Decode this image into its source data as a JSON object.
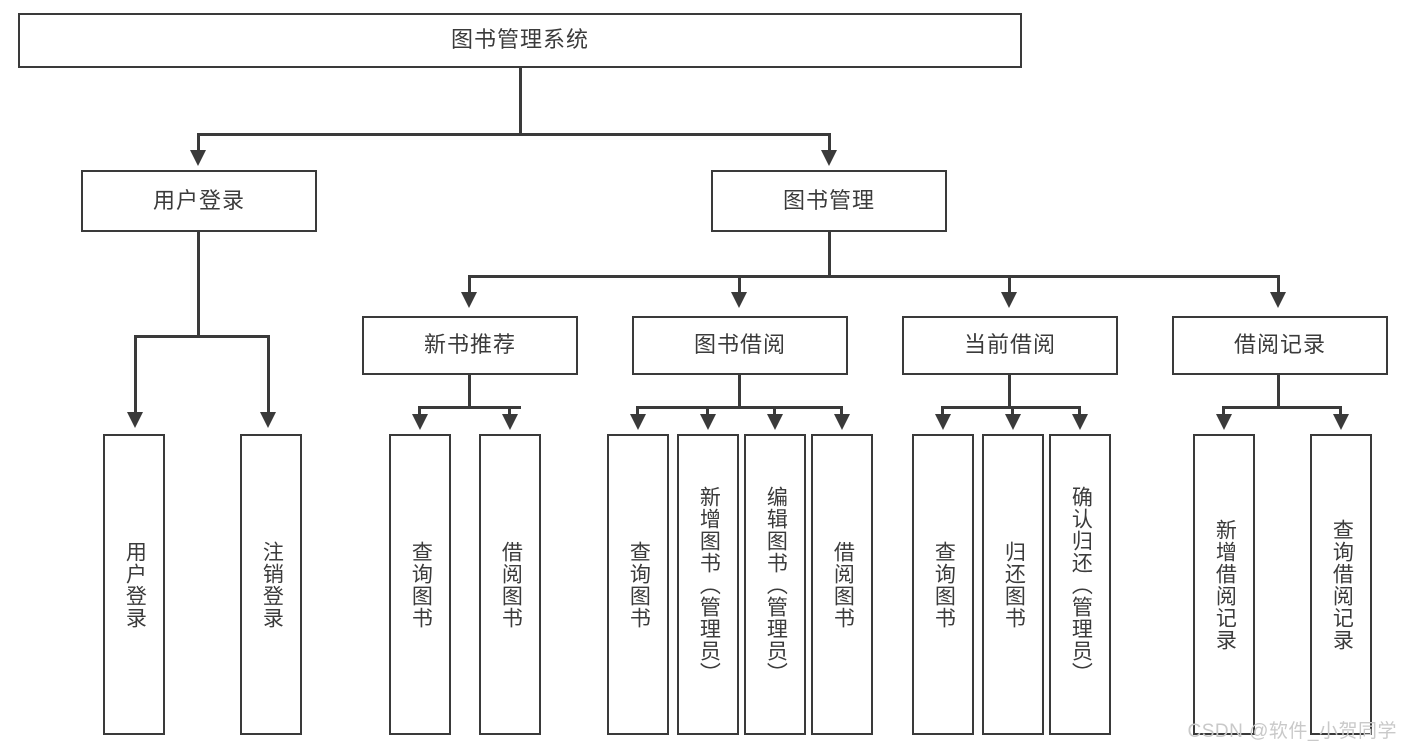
{
  "diagram": {
    "title": "图书管理系统",
    "type": "hierarchy-tree",
    "colors": {
      "line": "#3a3a3a",
      "box_border": "#3a3a3a",
      "box_fill": "#ffffff",
      "text": "#3b3b3b",
      "watermark": "#c9c9c9"
    },
    "root": {
      "label": "图书管理系统"
    },
    "level2": [
      {
        "label": "用户登录"
      },
      {
        "label": "图书管理"
      }
    ],
    "level3": [
      {
        "label": "新书推荐"
      },
      {
        "label": "图书借阅"
      },
      {
        "label": "当前借阅"
      },
      {
        "label": "借阅记录"
      }
    ],
    "leaves": {
      "user_login": [
        {
          "label": "用户登录"
        },
        {
          "label": "注销登录"
        }
      ],
      "new_book_recommend": [
        {
          "label": "查询图书"
        },
        {
          "label": "借阅图书"
        }
      ],
      "book_borrow": [
        {
          "label": "查询图书"
        },
        {
          "label": "新增图书（管理员）"
        },
        {
          "label": "编辑图书（管理员）"
        },
        {
          "label": "借阅图书"
        }
      ],
      "current_borrow": [
        {
          "label": "查询图书"
        },
        {
          "label": "归还图书"
        },
        {
          "label": "确认归还（管理员）"
        }
      ],
      "borrow_record": [
        {
          "label": "新增借阅记录"
        },
        {
          "label": "查询借阅记录"
        }
      ]
    }
  },
  "watermark": {
    "text": "CSDN @软件_小贺同学"
  }
}
